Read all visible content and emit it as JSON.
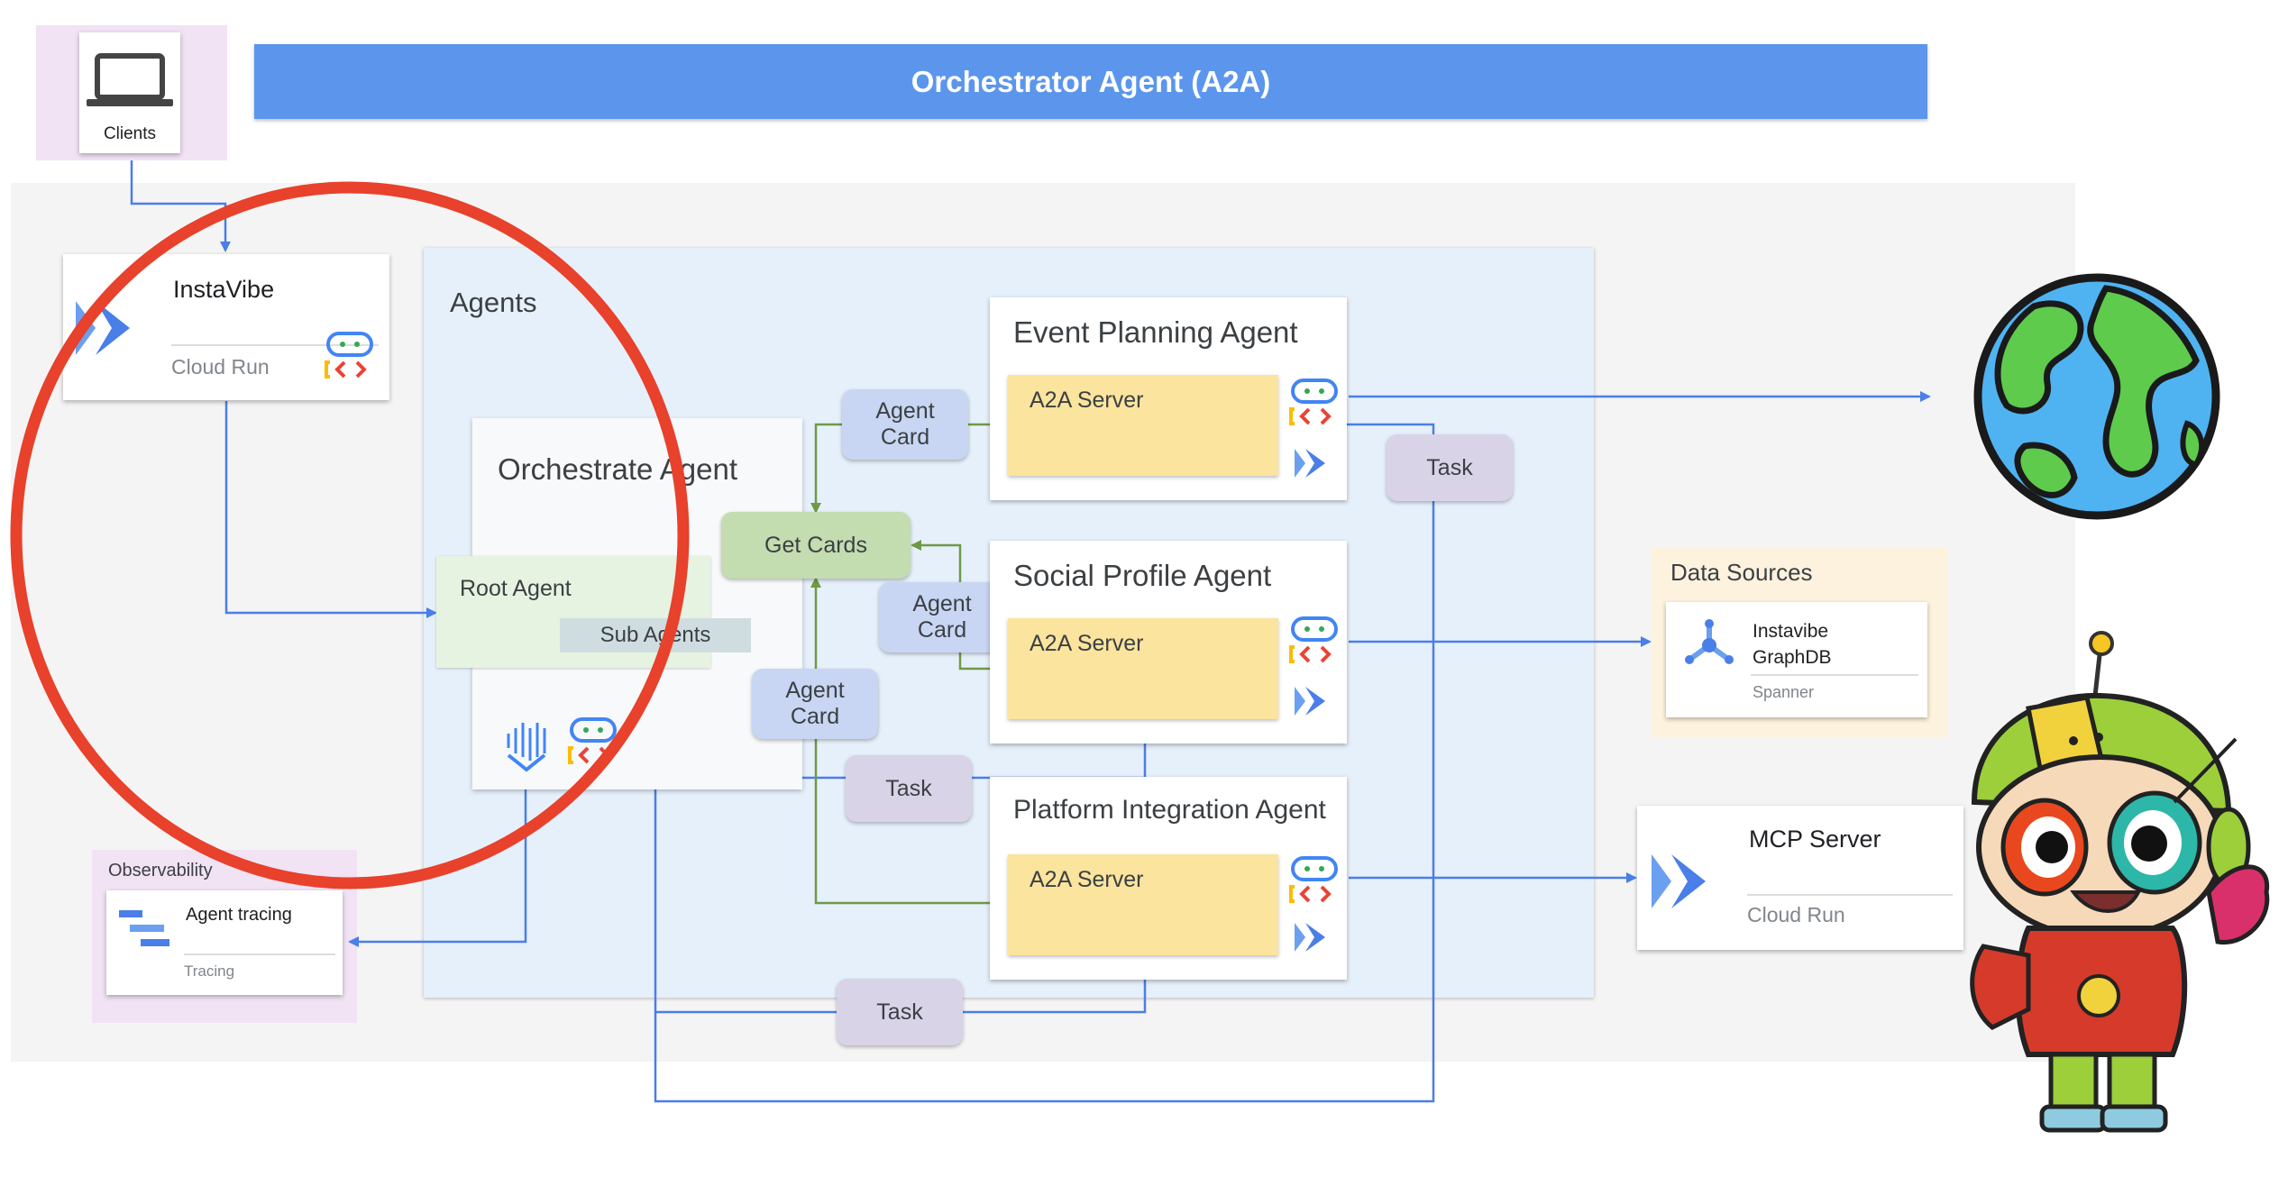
{
  "header": {
    "title": "Orchestrator Agent (A2A)",
    "color": "#5b96ec"
  },
  "clients": {
    "label": "Clients",
    "icon": "laptop-icon"
  },
  "instavibe": {
    "title": "InstaVibe",
    "subtitle": "Cloud Run",
    "icons": [
      "cloud-run-icon",
      "agent-builder-icon"
    ]
  },
  "agents_group": {
    "label": "Agents"
  },
  "orchestrate": {
    "title": "Orchestrate Agent",
    "root_agent": "Root Agent",
    "sub_agents": "Sub Agents",
    "icons": [
      "vertex-ai-icon",
      "agent-builder-icon"
    ]
  },
  "get_cards": "Get Cards",
  "agent_card_label": "Agent\nCard",
  "task_label": "Task",
  "event_planning": {
    "title": "Event Planning Agent",
    "server": "A2A Server"
  },
  "social_profile": {
    "title": "Social Profile Agent",
    "server": "A2A Server"
  },
  "platform_integration": {
    "title": "Platform Integration Agent",
    "server": "A2A Server"
  },
  "observability": {
    "label": "Observability",
    "item_title": "Agent tracing",
    "item_subtitle": "Tracing"
  },
  "data_sources": {
    "label": "Data Sources",
    "item_title": "Instavibe\nGraphDB",
    "item_subtitle": "Spanner"
  },
  "mcp_server": {
    "title": "MCP Server",
    "subtitle": "Cloud Run"
  },
  "colors": {
    "arrow_blue": "#4a7ee8",
    "arrow_green": "#6e9a46",
    "highlight_red": "#e8412c"
  }
}
